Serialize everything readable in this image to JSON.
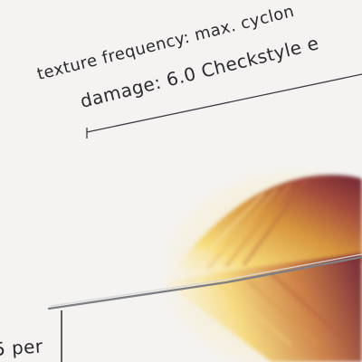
{
  "annotations": {
    "line1": "texture frequency: max. cyclon",
    "line2": "damage: 6.0 Checkstyle e",
    "line3": "5 per"
  },
  "colors": {
    "background": "#f4f3f1",
    "ink": "#2a2a30",
    "feather_dark": "#7a2a35",
    "feather_mid": "#c97a3a",
    "feather_light": "#f3d067",
    "shaft": "#7d7f84"
  }
}
